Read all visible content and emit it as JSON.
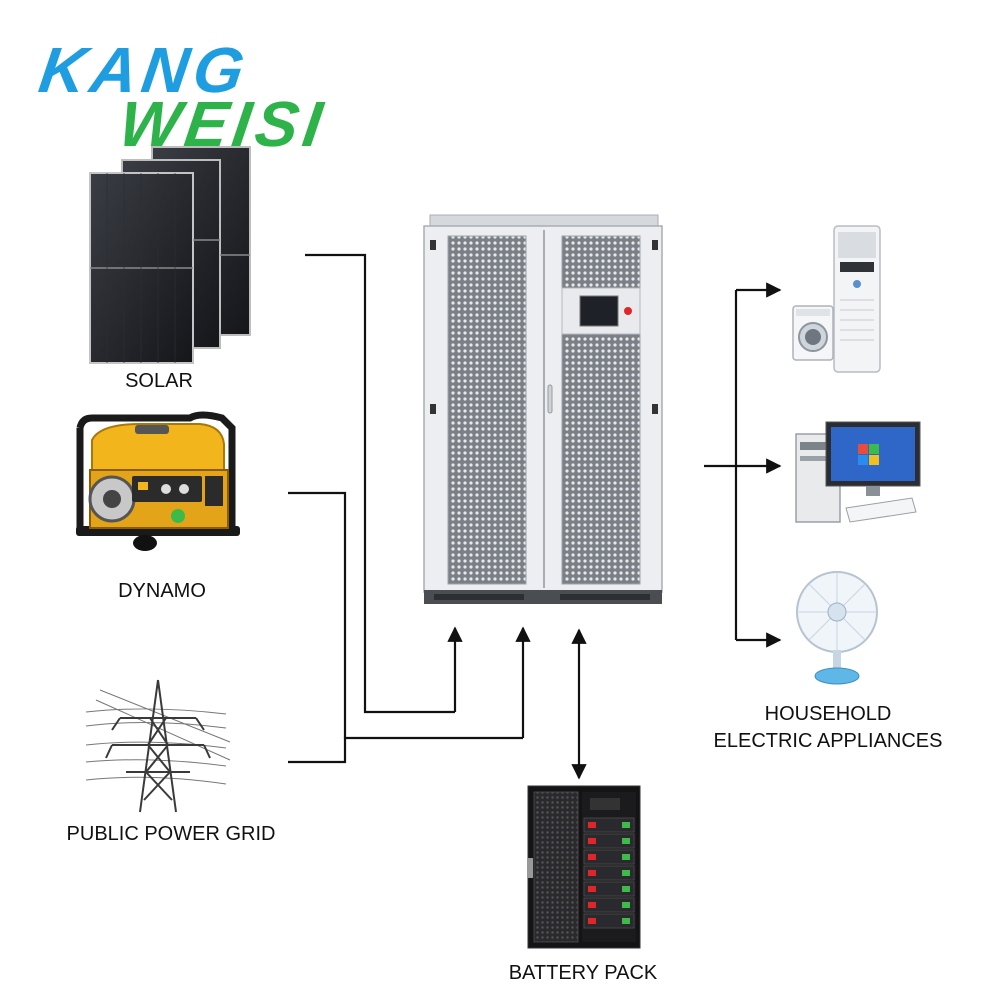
{
  "logo": {
    "line1": "KANG",
    "line2": "WEISI",
    "color_line1": "#1e9ee0",
    "color_line2": "#2db34a"
  },
  "sources": [
    {
      "id": "solar",
      "label": "SOLAR",
      "icon": "solar-panel-icon"
    },
    {
      "id": "dynamo",
      "label": "DYNAMO",
      "icon": "generator-icon"
    },
    {
      "id": "grid",
      "label": "PUBLIC POWER GRID",
      "icon": "power-pylon-icon"
    }
  ],
  "center": {
    "icon": "inverter-cabinet-icon"
  },
  "battery": {
    "label": "BATTERY PACK",
    "icon": "battery-rack-icon"
  },
  "loads": {
    "label_line1": "HOUSEHOLD",
    "label_line2": "ELECTRIC APPLIANCES",
    "items": [
      {
        "icon": "air-conditioner-icon"
      },
      {
        "icon": "washing-machine-icon"
      },
      {
        "icon": "computer-icon"
      },
      {
        "icon": "fan-icon"
      }
    ]
  },
  "colors": {
    "line": "#111111",
    "cabinet": "#eceef1",
    "panel": "#1a1a1d",
    "generator": "#f2b51c",
    "accent_red": "#e0262b"
  }
}
